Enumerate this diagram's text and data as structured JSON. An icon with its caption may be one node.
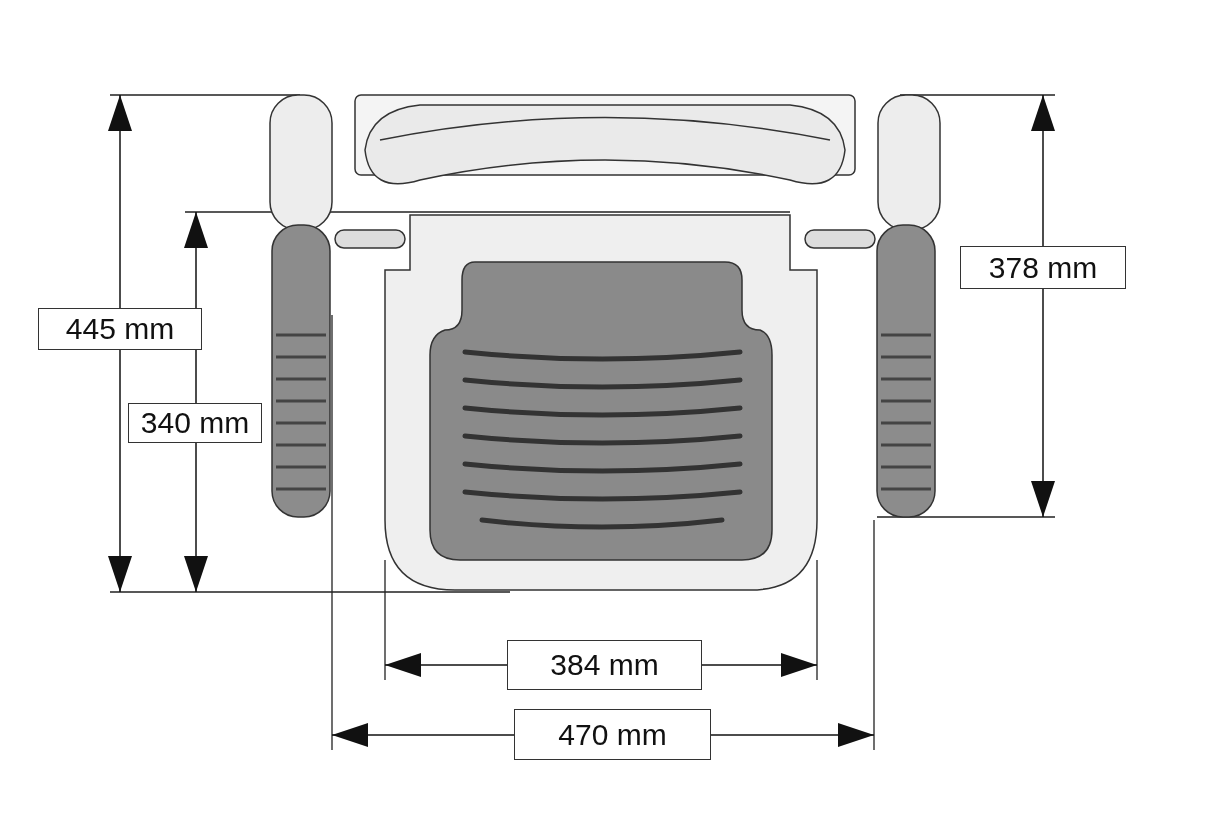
{
  "diagram": {
    "labels": [
      "378 mm",
      "445 mm",
      "340 mm",
      "384 mm",
      "470 mm"
    ]
  }
}
